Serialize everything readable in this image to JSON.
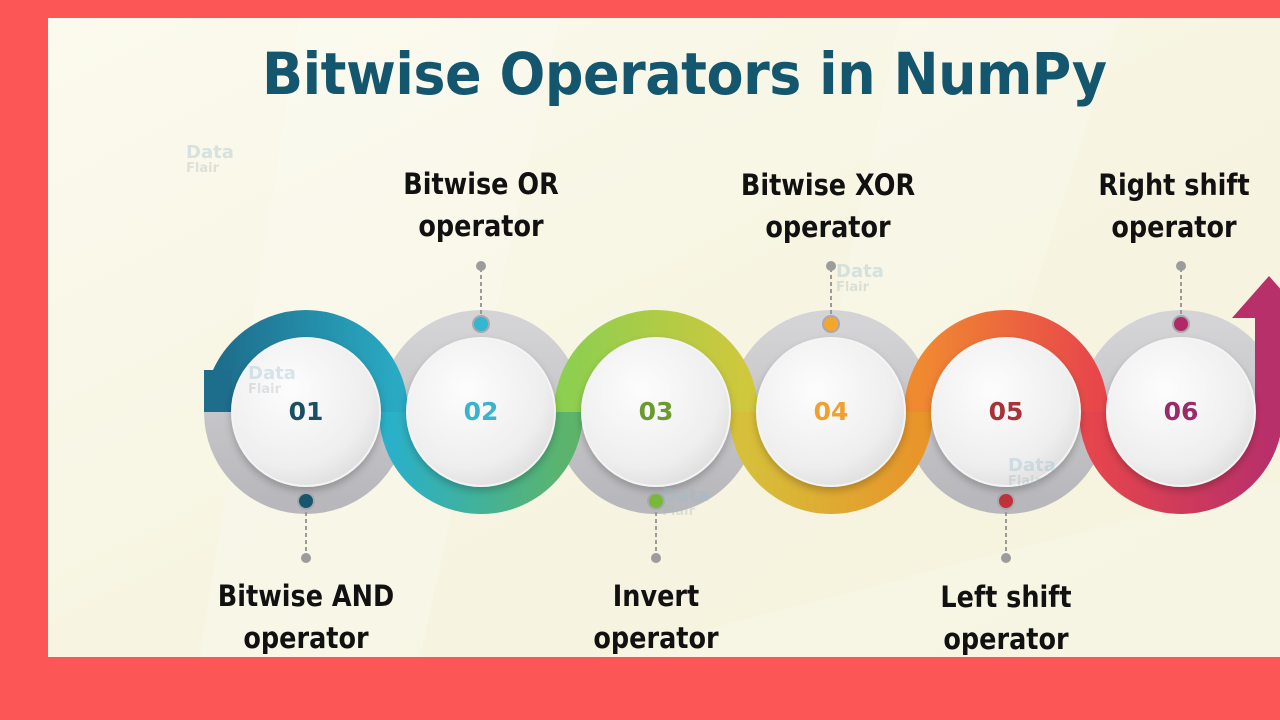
{
  "title": "Bitwise Operators in NumPy",
  "watermark": {
    "line1": "Data",
    "line2": "Flair"
  },
  "colors": {
    "frame": "#fd5656",
    "background": "#f8f6e4",
    "title": "#13566e",
    "olive_bar": "#625a1c"
  },
  "steps": [
    {
      "number": "01",
      "label_line1": "Bitwise AND",
      "label_line2": "operator",
      "position": "bottom",
      "number_color": "#1b4f66",
      "ribbon_from": "#1d6d8c",
      "ribbon_to": "#2aa9c2",
      "dot_color": "#17566f"
    },
    {
      "number": "02",
      "label_line1": "Bitwise OR",
      "label_line2": "operator",
      "position": "top",
      "number_color": "#3ab4cc",
      "ribbon_from": "#2ab0c8",
      "ribbon_to": "#5cb46a",
      "dot_color": "#33b6d0"
    },
    {
      "number": "03",
      "label_line1": "Invert",
      "label_line2": "operator",
      "position": "bottom",
      "number_color": "#6a9a30",
      "ribbon_from": "#8dcf50",
      "ribbon_to": "#cfc83c",
      "dot_color": "#7ab83a"
    },
    {
      "number": "04",
      "label_line1": "Bitwise XOR",
      "label_line2": "operator",
      "position": "top",
      "number_color": "#f0a030",
      "ribbon_from": "#d6c03a",
      "ribbon_to": "#e8952a",
      "dot_color": "#f4a62e"
    },
    {
      "number": "05",
      "label_line1": "Left shift",
      "label_line2": "operator",
      "position": "bottom",
      "number_color": "#a83238",
      "ribbon_from": "#f08a30",
      "ribbon_to": "#e8474a",
      "dot_color": "#c0323a"
    },
    {
      "number": "06",
      "label_line1": "Right shift",
      "label_line2": "operator",
      "position": "top",
      "number_color": "#9a2a6a",
      "ribbon_from": "#e5454c",
      "ribbon_to": "#b8306a",
      "dot_color": "#b02a66"
    }
  ]
}
